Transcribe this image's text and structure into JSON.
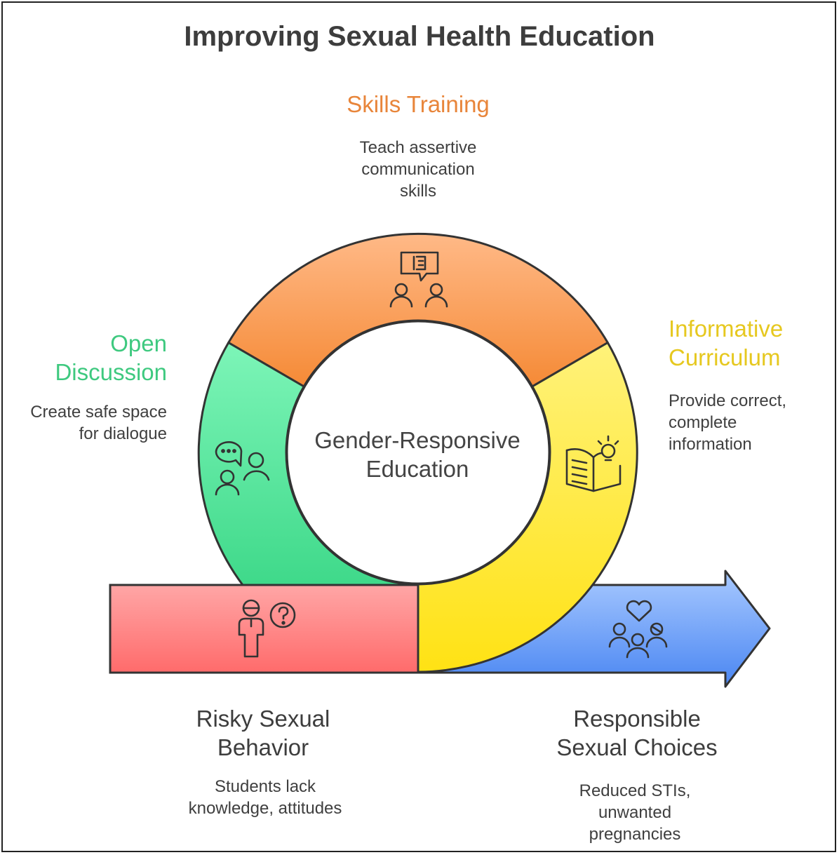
{
  "title": "Improving Sexual Health Education",
  "center": {
    "line1": "Gender-Responsive",
    "line2": "Education"
  },
  "segments": {
    "skills": {
      "heading": "Skills Training",
      "desc": [
        "Teach assertive",
        "communication",
        "skills"
      ],
      "color": "#e8853a",
      "icon": "dialogue-training-icon"
    },
    "informative": {
      "heading": [
        "Informative",
        "Curriculum"
      ],
      "desc": [
        "Provide correct,",
        "complete",
        "information"
      ],
      "color": "#e6c81f",
      "icon": "book-lightbulb-icon"
    },
    "open": {
      "heading": [
        "Open",
        "Discussion"
      ],
      "desc": [
        "Create safe space",
        "for dialogue"
      ],
      "color": "#3ec97f",
      "icon": "discussion-people-icon"
    }
  },
  "start": {
    "heading": [
      "Risky Sexual",
      "Behavior"
    ],
    "desc": [
      "Students lack",
      "knowledge, attitudes"
    ],
    "color": "#ff7c7c",
    "icon": "confused-person-icon"
  },
  "end": {
    "heading": [
      "Responsible",
      "Sexual Choices"
    ],
    "desc": [
      "Reduced STIs,",
      "unwanted",
      "pregnancies"
    ],
    "color": "#5b95f5",
    "icon": "group-heart-icon"
  }
}
